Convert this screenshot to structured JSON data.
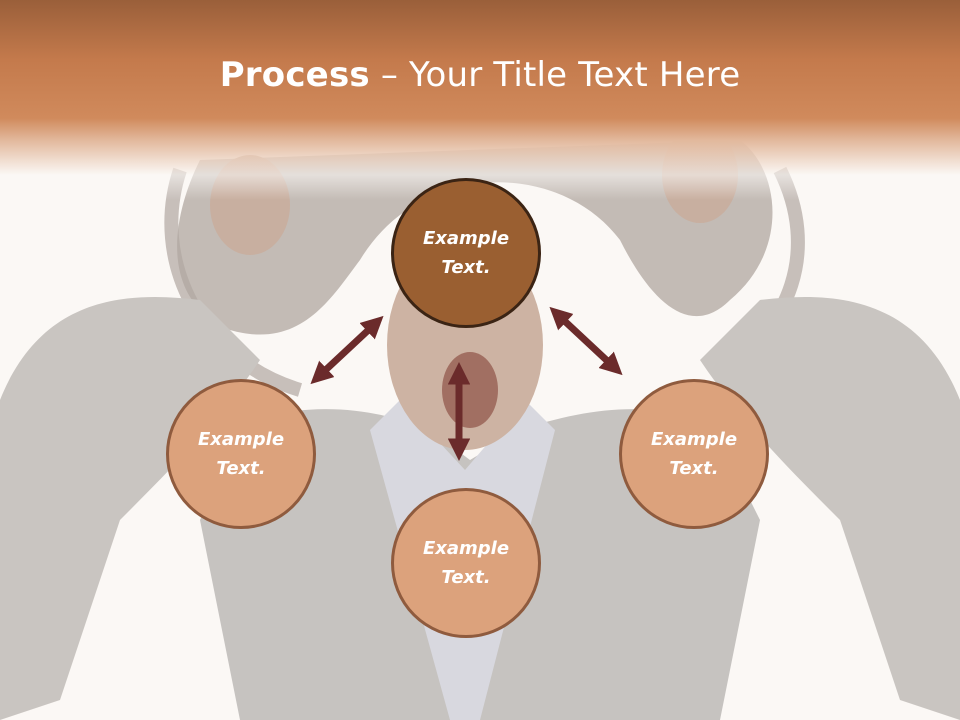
{
  "slide": {
    "title_bold": "Process",
    "title_rest": " – Your Title Text Here"
  },
  "diagram": {
    "nodes": {
      "top": "Example\nText.",
      "left": "Example\nText.",
      "right": "Example\nText.",
      "bottom": "Example\nText."
    },
    "colors": {
      "header": "#c47a4c",
      "center_node": "#9a5f31",
      "outer_node": "#dca27c",
      "arrow": "#6b2b2b"
    }
  }
}
